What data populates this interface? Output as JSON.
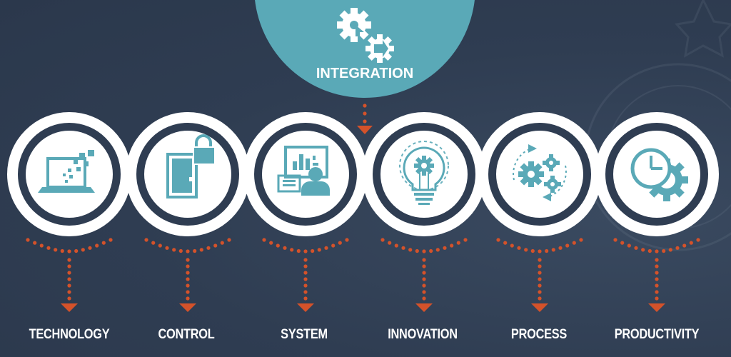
{
  "top_node": {
    "label": "INTEGRATION",
    "icon": "gears-icon"
  },
  "steps": [
    {
      "label": "TECHNOLOGY",
      "icon": "laptop-pixels-icon"
    },
    {
      "label": "CONTROL",
      "icon": "door-lock-icon"
    },
    {
      "label": "SYSTEM",
      "icon": "dashboard-user-icon"
    },
    {
      "label": "INNOVATION",
      "icon": "lightbulb-gear-icon"
    },
    {
      "label": "PROCESS",
      "icon": "gears-cycle-icon"
    },
    {
      "label": "PRODUCTIVITY",
      "icon": "clock-gear-icon"
    }
  ],
  "colors": {
    "background": "#2f3d52",
    "ring": "#ffffff",
    "accent_teal": "#5aa9b7",
    "connector_orange": "#d4522a",
    "text": "#ffffff"
  }
}
